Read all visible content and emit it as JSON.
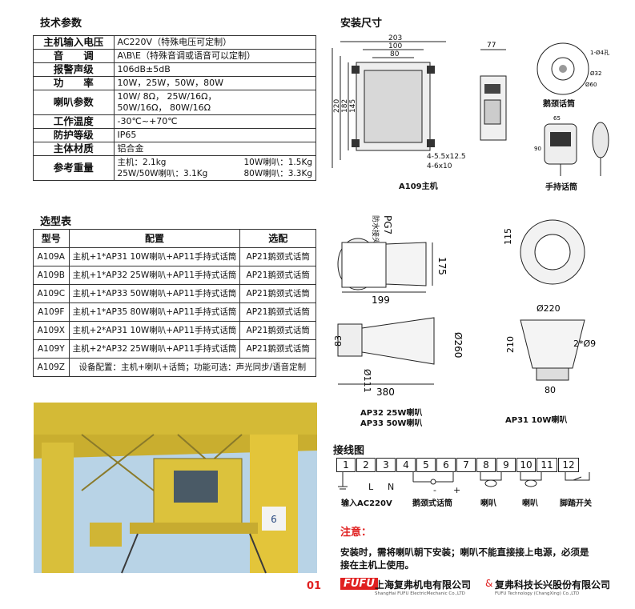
{
  "sections": {
    "tech_params": "技术参数",
    "install_size": "安装尺寸",
    "selection": "选型表",
    "wiring": "接线图",
    "note_title": "注意："
  },
  "spec": [
    {
      "k": "主机输入电压",
      "v": "AC220V（特殊电压可定制）"
    },
    {
      "k": "音　　调",
      "v": "A\\B\\E（特殊音调或语音可以定制）"
    },
    {
      "k": "报警声级",
      "v": "106dB±5dB"
    },
    {
      "k": "功　　率",
      "v": "10W，25W，50W，80W"
    },
    {
      "k": "喇叭参数",
      "v": "10W/ 8Ω， 25W/16Ω，\n50W/16Ω， 80W/16Ω"
    },
    {
      "k": "工作温度",
      "v": "-30℃~+70℃"
    },
    {
      "k": "防护等级",
      "v": "IP65"
    },
    {
      "k": "主体材质",
      "v": "铝合金"
    }
  ],
  "weight": {
    "k": "参考重量",
    "a": "主机：2.1kg",
    "b": "10W喇叭：1.5Kg",
    "c": "25W/50W喇叭：3.1Kg",
    "d": "80W喇叭：3.3Kg"
  },
  "selection": {
    "headers": [
      "型号",
      "配置",
      "选配"
    ],
    "rows": [
      {
        "m": "A109A",
        "c": "主机+1*AP31 10W喇叭+AP11手持式话筒",
        "o": "AP21鹅颈式话筒"
      },
      {
        "m": "A109B",
        "c": "主机+1*AP32 25W喇叭+AP11手持式话筒",
        "o": "AP21鹅颈式话筒"
      },
      {
        "m": "A109C",
        "c": "主机+1*AP33 50W喇叭+AP11手持式话筒",
        "o": "AP21鹅颈式话筒"
      },
      {
        "m": "A109F",
        "c": "主机+1*AP35 80W喇叭+AP11手持式话筒",
        "o": "AP21鹅颈式话筒"
      },
      {
        "m": "A109X",
        "c": "主机+2*AP31 10W喇叭+AP11手持式话筒",
        "o": "AP21鹅颈式话筒"
      },
      {
        "m": "A109Y",
        "c": "主机+2*AP32 25W喇叭+AP11手持式话筒",
        "o": "AP21鹅颈式话筒"
      }
    ],
    "last": {
      "m": "A109Z",
      "c": "设备配置：主机+喇叭+话筒；功能可选：声光同步/语音定制"
    }
  },
  "drawings": {
    "dims_top": [
      "203",
      "100",
      "80"
    ],
    "dims_side": [
      "145",
      "182",
      "220"
    ],
    "dim_77": "77",
    "hole1": "4-5.5x12.5",
    "hole2": "4-6x10",
    "main_caption": "A109主机",
    "gooseneck_caption": "鹅颈话筒",
    "gooseneck_dims": [
      "1-Ø4孔",
      "Ø32",
      "Ø60"
    ],
    "handheld_caption": "手持话筒",
    "handheld_dims": [
      "65",
      "90"
    ],
    "pg7": "PG7",
    "pg7_label": "防水接头",
    "d175": "175",
    "d199": "199",
    "d115": "115",
    "d220": "Ø220",
    "d210": "210",
    "d2x9": "2*Ø9",
    "d80": "80",
    "d83": "83",
    "d260": "Ø260",
    "d111": "Ø111",
    "d380": "380",
    "ap32_caption": "AP32  25W喇叭",
    "ap33_caption": "AP33  50W喇叭",
    "ap31_caption": "AP31  10W喇叭"
  },
  "wiring": {
    "terminals": [
      "1",
      "2",
      "3",
      "4",
      "5",
      "6",
      "7",
      "8",
      "9",
      "10",
      "11",
      "12"
    ],
    "marks": [
      "L",
      "N",
      "-",
      "+"
    ],
    "labels": [
      "输入AC220V",
      "鹅颈式话筒",
      "喇叭",
      "喇叭",
      "脚踏开关"
    ]
  },
  "note_text_1": "安装时，需将喇叭朝下安装；喇叭不能直接接上电源，必须是",
  "note_text_2": "接在主机上使用。",
  "footer": {
    "page": "01",
    "logo": "FUFU",
    "company1": "上海复弗机电有限公司",
    "amp": "&",
    "company2": "复弗科技长兴股份有限公司",
    "company1_en": "ShangHai FUFU ElectricMechanic Co.,LTD",
    "company2_en": "FUFU Technology (ChangXing) Co.,LTD"
  },
  "colors": {
    "accent": "#e02020",
    "border": "#333333",
    "crane_yellow": "#e3c53a"
  }
}
